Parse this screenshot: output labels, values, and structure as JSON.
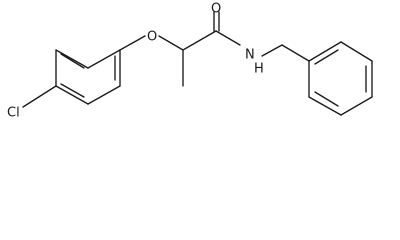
{
  "molecule": {
    "atoms": {
      "oxygen_ether": "O",
      "oxygen_carbonyl": "O",
      "nitrogen": "N",
      "hydrogen_on_nitrogen": "H",
      "chlorine": "Cl"
    }
  },
  "colors": {
    "bond": "#1a1a1a",
    "background": "#ffffff"
  }
}
